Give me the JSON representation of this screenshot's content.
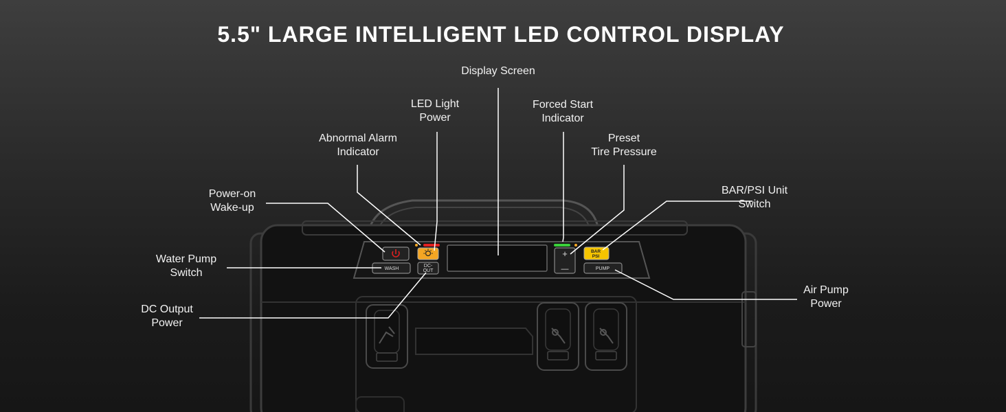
{
  "title": "5.5\" LARGE INTELLIGENT LED CONTROL DISPLAY",
  "callouts": {
    "display_screen": "Display Screen",
    "led_light_power": [
      "LED Light",
      "Power"
    ],
    "forced_start_indicator": [
      "Forced Start",
      "Indicator"
    ],
    "abnormal_alarm_indicator": [
      "Abnormal Alarm",
      "Indicator"
    ],
    "preset_tire_pressure": [
      "Preset",
      "Tire Pressure"
    ],
    "power_on_wake_up": [
      "Power-on",
      "Wake-up"
    ],
    "bar_psi_unit_switch": [
      "BAR/PSI Unit",
      "Switch"
    ],
    "water_pump_switch": [
      "Water Pump",
      "Switch"
    ],
    "air_pump_power": [
      "Air Pump",
      "Power"
    ],
    "dc_output_power": [
      "DC Output",
      "Power"
    ]
  },
  "buttons": {
    "wash": "WASH",
    "dc_out_line1": "DC-",
    "dc_out_line2": "OUT",
    "bar": "BAR",
    "psi": "PSI",
    "pump": "PUMP",
    "plus": "+",
    "minus": "—"
  },
  "colors": {
    "power_button": "#e02020",
    "led_button": "#f5a623",
    "bar_psi_button": "#f5c400",
    "forced_start_led": "#3ad13a",
    "alarm_led": "#e02020"
  },
  "icons": {
    "power": "power-icon",
    "light": "light-bulb-icon",
    "water": "water-nozzle-icon",
    "plug": "plug-icon"
  }
}
